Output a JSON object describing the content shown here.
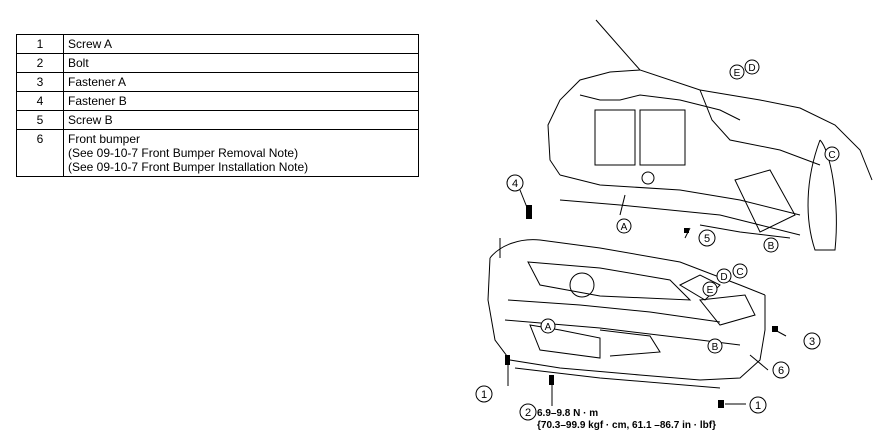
{
  "parts": [
    {
      "num": "1",
      "name": "Screw A",
      "notes": []
    },
    {
      "num": "2",
      "name": "Bolt",
      "notes": []
    },
    {
      "num": "3",
      "name": "Fastener A",
      "notes": []
    },
    {
      "num": "4",
      "name": "Fastener B",
      "notes": []
    },
    {
      "num": "5",
      "name": "Screw B",
      "notes": []
    },
    {
      "num": "6",
      "name": "Front bumper",
      "notes": [
        "(See 09-10-7 Front Bumper Removal Note)",
        "(See 09-10-7 Front Bumper Installation Note)"
      ]
    }
  ],
  "callouts": {
    "c1": "1",
    "c2": "2",
    "c3": "3",
    "c4": "4",
    "c5": "5",
    "c6": "6",
    "A": "A",
    "B": "B",
    "C": "C",
    "D": "D",
    "E": "E"
  },
  "torque": {
    "line1": "6.9–9.8 N · m",
    "line2": "{70.3–99.9 kgf · cm, 61.1 –86.7 in · lbf}"
  }
}
